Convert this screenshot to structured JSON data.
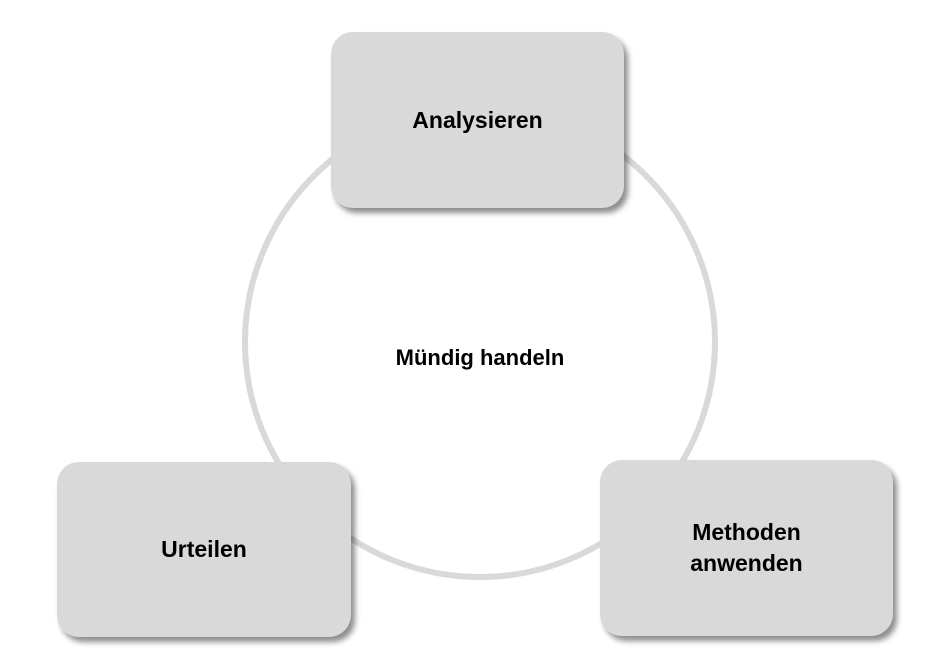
{
  "diagram": {
    "center_label": "Mündig handeln",
    "nodes": {
      "top": {
        "label": "Analysieren"
      },
      "left": {
        "label": "Urteilen"
      },
      "right": {
        "lines": [
          "Methoden",
          "anwenden"
        ]
      }
    },
    "colors": {
      "box_fill": "#d9d9d9",
      "ring_stroke": "#d9d9d9",
      "text": "#000000"
    }
  }
}
